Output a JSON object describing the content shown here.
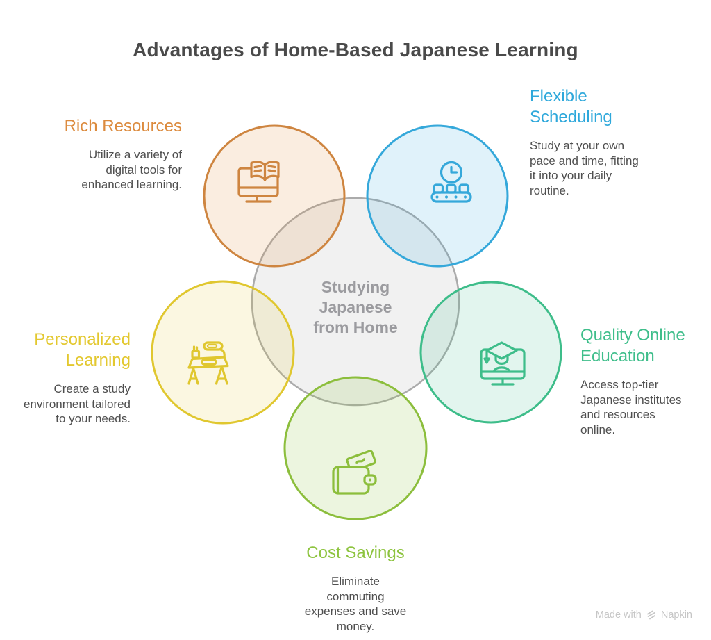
{
  "title": "Advantages of Home-Based Japanese Learning",
  "center": {
    "label": "Studying\nJapanese\nfrom Home"
  },
  "sections": [
    {
      "id": "rich-resources",
      "heading": "Rich Resources",
      "description": "Utilize a variety of\ndigital tools for\nenhanced learning.",
      "accent_color": "#DC8B3E",
      "circle_fill": "#FAEDE0",
      "icon": "monitor-book-icon"
    },
    {
      "id": "flexible-scheduling",
      "heading": "Flexible\nScheduling",
      "description": "Study at your own\npace and time, fitting\nit into your daily\nroutine.",
      "accent_color": "#2EA8DB",
      "circle_fill": "#E0F2FA",
      "icon": "clock-conveyor-icon"
    },
    {
      "id": "personalized-learning",
      "heading": "Personalized\nLearning",
      "description": "Create a study\nenvironment tailored\nto your needs.",
      "accent_color": "#E3C82F",
      "circle_fill": "#FBF7E2",
      "icon": "study-desk-icon"
    },
    {
      "id": "quality-online-education",
      "heading": "Quality Online\nEducation",
      "description": "Access top-tier\nJapanese institutes\nand resources\nonline.",
      "accent_color": "#3FBE8B",
      "circle_fill": "#E2F5ED",
      "icon": "graduation-monitor-icon"
    },
    {
      "id": "cost-savings",
      "heading": "Cost Savings",
      "description": "Eliminate\ncommuting\nexpenses and save\nmoney.",
      "accent_color": "#8EC440",
      "circle_fill": "#ECF5DE",
      "icon": "wallet-money-icon"
    }
  ],
  "center_circle_color": "#ABABAB",
  "watermark": {
    "prefix": "Made with",
    "brand": "Napkin"
  }
}
